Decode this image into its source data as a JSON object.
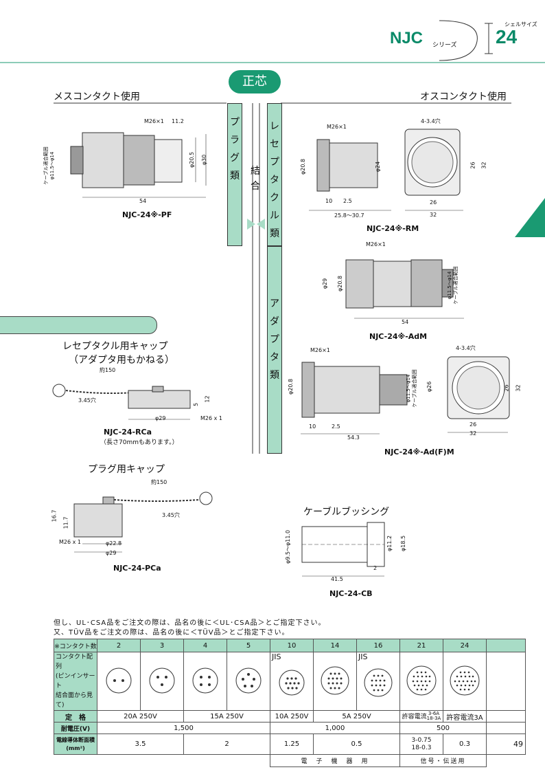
{
  "header": {
    "brand": "NJC",
    "series": "シリーズ",
    "shell_label": "シェルサイズ",
    "shell_size": "24"
  },
  "center": {
    "badge": "正芯",
    "female_title": "メスコンタクト使用",
    "male_title": "オスコンタクト使用",
    "col_plug": [
      "プ",
      "ラ",
      "グ",
      "類"
    ],
    "col_bond": [
      "結",
      "合"
    ],
    "col_receptacle": [
      "レ",
      "セ",
      "プ",
      "タ",
      "ク",
      "ル",
      "類"
    ],
    "col_adapter": [
      "ア",
      "ダ",
      "プ",
      "タ",
      "類"
    ]
  },
  "parts": {
    "pf": {
      "name": "NJC-24※-PF",
      "thread": "M26×1",
      "d1": "11.2",
      "dia1": "φ20.5",
      "dia2": "φ30",
      "len": "54",
      "cable": [
        "ケーブル適合範囲",
        "φ11.5～φ14"
      ]
    },
    "rm": {
      "name": "NJC-24※-RM",
      "thread": "M26×1",
      "dia1": "φ20.8",
      "dia2": "φ24",
      "d1": "10",
      "d2": "2.5",
      "len": "25.8～30.7",
      "holes": "4-3.4穴",
      "w1": "26",
      "w2": "32"
    },
    "adm": {
      "name": "NJC-24※-AdM",
      "thread": "M26×1",
      "dia1": "φ29",
      "dia2": "φ20.8",
      "len": "54",
      "cable": [
        "φ11.5～φ14",
        "ケーブル適合範囲"
      ]
    },
    "adfm": {
      "name": "NJC-24※-Ad(F)M",
      "thread": "M26×1",
      "dia1": "φ20.8",
      "dia2": "φ26",
      "d1": "10",
      "d2": "2.5",
      "len": "54.3",
      "holes": "4-3.4穴",
      "w1": "26",
      "w2": "32",
      "cable": [
        "φ11.5～φ14",
        "ケーブル適合範囲"
      ]
    },
    "rca": {
      "title1": "レセプタクル用キャップ",
      "title2": "（アダプタ用もかねる）",
      "name": "NJC-24-RCa",
      "note": "（長さ70mmもあります。）",
      "chain": "約150",
      "hole": "3.45穴",
      "h1": "12",
      "h2": "5",
      "dia": "φ29",
      "thread": "M26 x 1"
    },
    "pca": {
      "title": "プラグ用キャップ",
      "name": "NJC-24-PCa",
      "chain": "約150",
      "hole": "3.45穴",
      "h1": "16.7",
      "h2": "11.7",
      "thread": "M26 x 1",
      "dia1": "φ22.8",
      "dia2": "φ29"
    },
    "cb": {
      "title": "ケーブルブッシング",
      "name": "NJC-24-CB",
      "dia1": "φ9.5～φ11.0",
      "dia2": "φ11.2",
      "dia3": "φ18.5",
      "d1": "2",
      "len": "41.5"
    }
  },
  "notes": [
    "但し、UL･CSA品をご注文の際は、品名の後に＜UL･CSA品＞とご指定下さい。",
    "又、TÜV品をご注文の際は、品名の後に＜TÜV品＞とご指定下さい。"
  ],
  "table": {
    "contact_label": "※コンタクト数",
    "contacts": [
      "2",
      "3",
      "4",
      "5",
      "10",
      "14",
      "16",
      "21",
      "24"
    ],
    "pin_label": [
      "コンタクト配列",
      "(ピンインサート",
      "結合面から見て)"
    ],
    "jis": "JIS",
    "rating_label": "定　格",
    "ratings": [
      "20A 250V",
      "15A 250V",
      "10A 250V",
      "5A 250V"
    ],
    "allow_prefix": "許容電流",
    "allow_21a": "3-6A",
    "allow_21b": "18-3A",
    "allow_24": "許容電流3A",
    "voltage_label": "耐電圧(V)",
    "voltages": [
      "1,500",
      "1,000",
      "500"
    ],
    "wire_label1": "電線導体断面積",
    "wire_label2": "(mm²)",
    "wires": [
      "3.5",
      "2",
      "1.25",
      "0.5",
      "3-0.75",
      "18-0.3",
      "0.3"
    ],
    "footer1": "電　子　機　器　用",
    "footer2": "信号・伝送用"
  },
  "page_number": "49",
  "colors": {
    "accent": "#1a9a72",
    "mint": "#a8dcc6",
    "brand": "#0a8a68"
  }
}
